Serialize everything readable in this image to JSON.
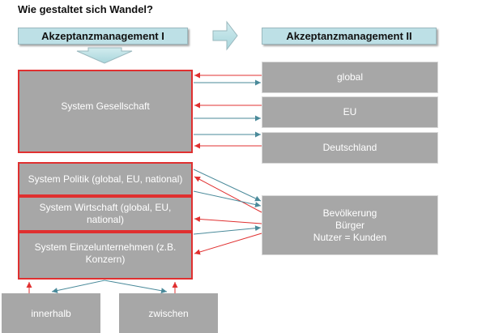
{
  "title": "Wie gestaltet sich Wandel?",
  "headers": {
    "left": "Akzeptanzmanagement I",
    "right": "Akzeptanzmanagement II"
  },
  "left_boxes": {
    "gesellschaft": "System Gesellschaft",
    "politik": "System Politik (global, EU, national)",
    "wirtschaft": "System Wirtschaft (global, EU, national)",
    "unternehmen": "System Einzelunternehmen (z.B. Konzern)"
  },
  "right_boxes": {
    "global": "global",
    "eu": "EU",
    "deutschland": "Deutschland",
    "bevoelkerung": [
      "Bevölkerung",
      "Bürger",
      "Nutzer = Kunden"
    ]
  },
  "bottom_boxes": {
    "innerhalb": "innerhalb",
    "zwischen": "zwischen"
  },
  "colors": {
    "header_fill": "#bde0e6",
    "box_fill": "#a7a7a7",
    "red_arrow": "#e03030",
    "teal_arrow": "#4a8a9a"
  }
}
